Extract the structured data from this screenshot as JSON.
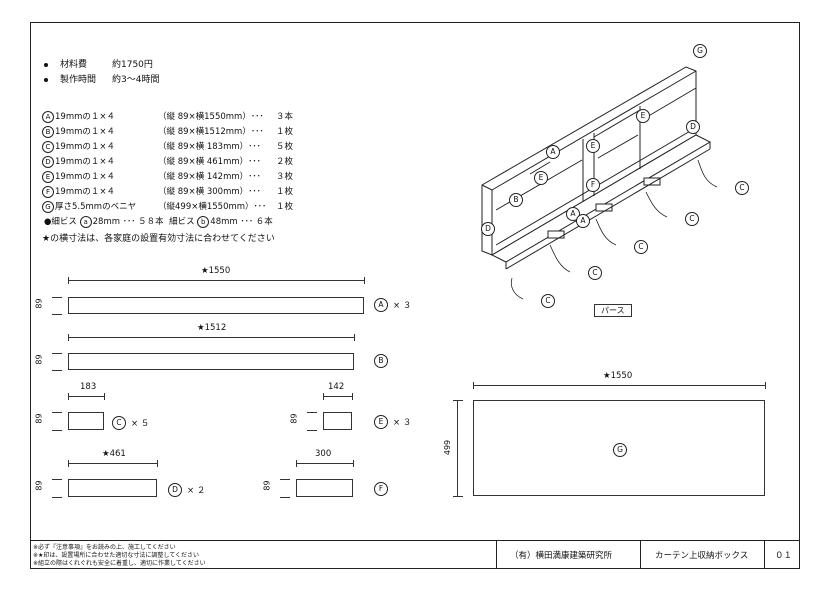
{
  "header": {
    "cost_label": "材料費",
    "cost_value": "約1750円",
    "time_label": "製作時間",
    "time_value": "約3～4時間"
  },
  "parts": [
    {
      "id": "A",
      "spec": "19mmの１×４",
      "dims": "（縦 89×横1550mm）･･･",
      "qty": "３本"
    },
    {
      "id": "B",
      "spec": "19mmの１×４",
      "dims": "（縦 89×横1512mm）･･･",
      "qty": "１枚"
    },
    {
      "id": "C",
      "spec": "19mmの１×４",
      "dims": "（縦 89×横 183mm）･･･",
      "qty": "５枚"
    },
    {
      "id": "D",
      "spec": "19mmの１×４",
      "dims": "（縦 89×横 461mm）･･･",
      "qty": "２枚"
    },
    {
      "id": "E",
      "spec": "19mmの１×４",
      "dims": "（縦 89×横 142mm）･･･",
      "qty": "３枚"
    },
    {
      "id": "F",
      "spec": "19mmの１×４",
      "dims": "（縦 89×横 300mm）･･･",
      "qty": "１枚"
    },
    {
      "id": "G",
      "spec": "厚さ5.5mmのベニヤ",
      "dims": "（縦499×横1550mm）･･･",
      "qty": "１枚"
    }
  ],
  "screws": {
    "label1": "●細ビス",
    "a_id": "a",
    "a_text": "28mm ･･･ ５８本",
    "label2": "細ビス",
    "b_id": "b",
    "b_text": "48mm ･･･ ６本"
  },
  "note": "★の横寸法は、各家庭の設置有効寸法に合わせてください",
  "pieces": {
    "A": {
      "dim": "★1550",
      "height": "89",
      "id": "A",
      "mult": "× ３"
    },
    "B": {
      "dim": "★1512",
      "height": "89",
      "id": "B"
    },
    "C": {
      "dim": "183",
      "height": "89",
      "id": "C",
      "mult": "× ５"
    },
    "E": {
      "dim": "142",
      "height": "89",
      "id": "E",
      "mult": "× ３"
    },
    "D": {
      "dim": "★461",
      "height": "89",
      "id": "D",
      "mult": "× ２"
    },
    "F": {
      "dim": "300",
      "height": "89",
      "id": "F"
    },
    "G": {
      "dim": "★1550",
      "height": "499",
      "id": "G"
    }
  },
  "perspective": {
    "caption": "パース",
    "tags": [
      "G",
      "D",
      "A",
      "E",
      "E",
      "E",
      "F",
      "B",
      "A",
      "A",
      "D",
      "C",
      "C",
      "C",
      "C",
      "C"
    ]
  },
  "footer": {
    "note1": "※必ず『注意事項』をお読みの上、施工してください",
    "note2": "※★印は、設置場所に合わせた適切な寸法に調整してください",
    "note3": "※組立の際はくれぐれも安全に着重し、適切に作業してください",
    "company": "（有）横田満康建築研究所",
    "title": "カーテン上収納ボックス",
    "page": "０１"
  }
}
